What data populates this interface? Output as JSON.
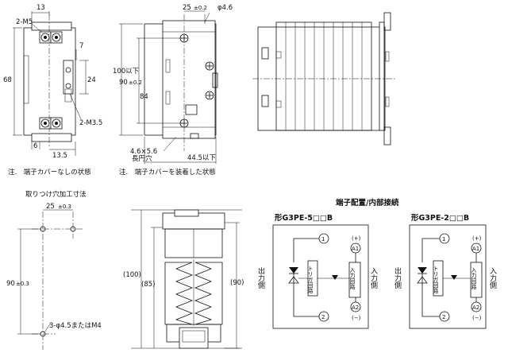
{
  "view1": {
    "dim_13": "13",
    "dim_m5": "2-M5",
    "dim_7": "7",
    "dim_68": "68",
    "dim_100": "100以下",
    "dim_24": "24",
    "dim_m35": "2-M3.5",
    "dim_6": "6",
    "dim_135": "13.5",
    "note": "注.　端子カバーなしの状態"
  },
  "view2": {
    "dim_25": "25",
    "dim_25_tol": "±0.2",
    "dim_phi": "φ4.6",
    "dim_90": "90",
    "dim_90_tol": "±0.2",
    "dim_84": "84",
    "dim_slot": "4.6×5.6",
    "dim_slot_sub": "長円穴",
    "dim_445": "44.5以下",
    "note": "注.　端子カバーを装着した状態"
  },
  "mount": {
    "title": "取りつけ穴加工寸法",
    "dim_25": "25",
    "dim_25_tol": "±0.3",
    "dim_90": "90",
    "dim_90_tol": "±0.3",
    "holes": "3-φ4.5またはM4"
  },
  "view4": {
    "dim_100": "(100)",
    "dim_85": "(85)",
    "dim_90": "(90)"
  },
  "wiring": {
    "title": "端子配置/内部接続",
    "model_a": "形G3PE-5□□B",
    "model_b": "形G3PE-2□□B",
    "output_side": "出力側",
    "input_side": "入力側",
    "trigger": "トリガ回路",
    "input_circuit": "入力回路",
    "t1": "1",
    "t2": "2",
    "a1": "A1",
    "a2": "A2",
    "plus": "(+)",
    "minus": "(−)"
  }
}
